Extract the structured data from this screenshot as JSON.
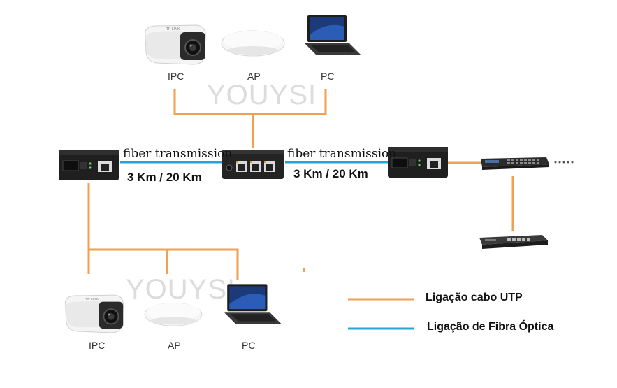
{
  "watermark": "YOUYSI",
  "top_group": {
    "ipc_label": "IPC",
    "ap_label": "AP",
    "pc_label": "PC"
  },
  "bottom_group": {
    "ipc_label": "IPC",
    "ap_label": "AP",
    "pc_label": "PC"
  },
  "link_left": {
    "text": "fiber transmission",
    "distance": "3 Km / 20 Km"
  },
  "link_right": {
    "text": "fiber transmission",
    "distance": "3 Km / 20 Km"
  },
  "legend": {
    "utp": {
      "label": "Ligação cabo UTP",
      "color": "#f0a050"
    },
    "fiber": {
      "label": "Ligação de Fibra Óptica",
      "color": "#2aa3d4"
    }
  }
}
